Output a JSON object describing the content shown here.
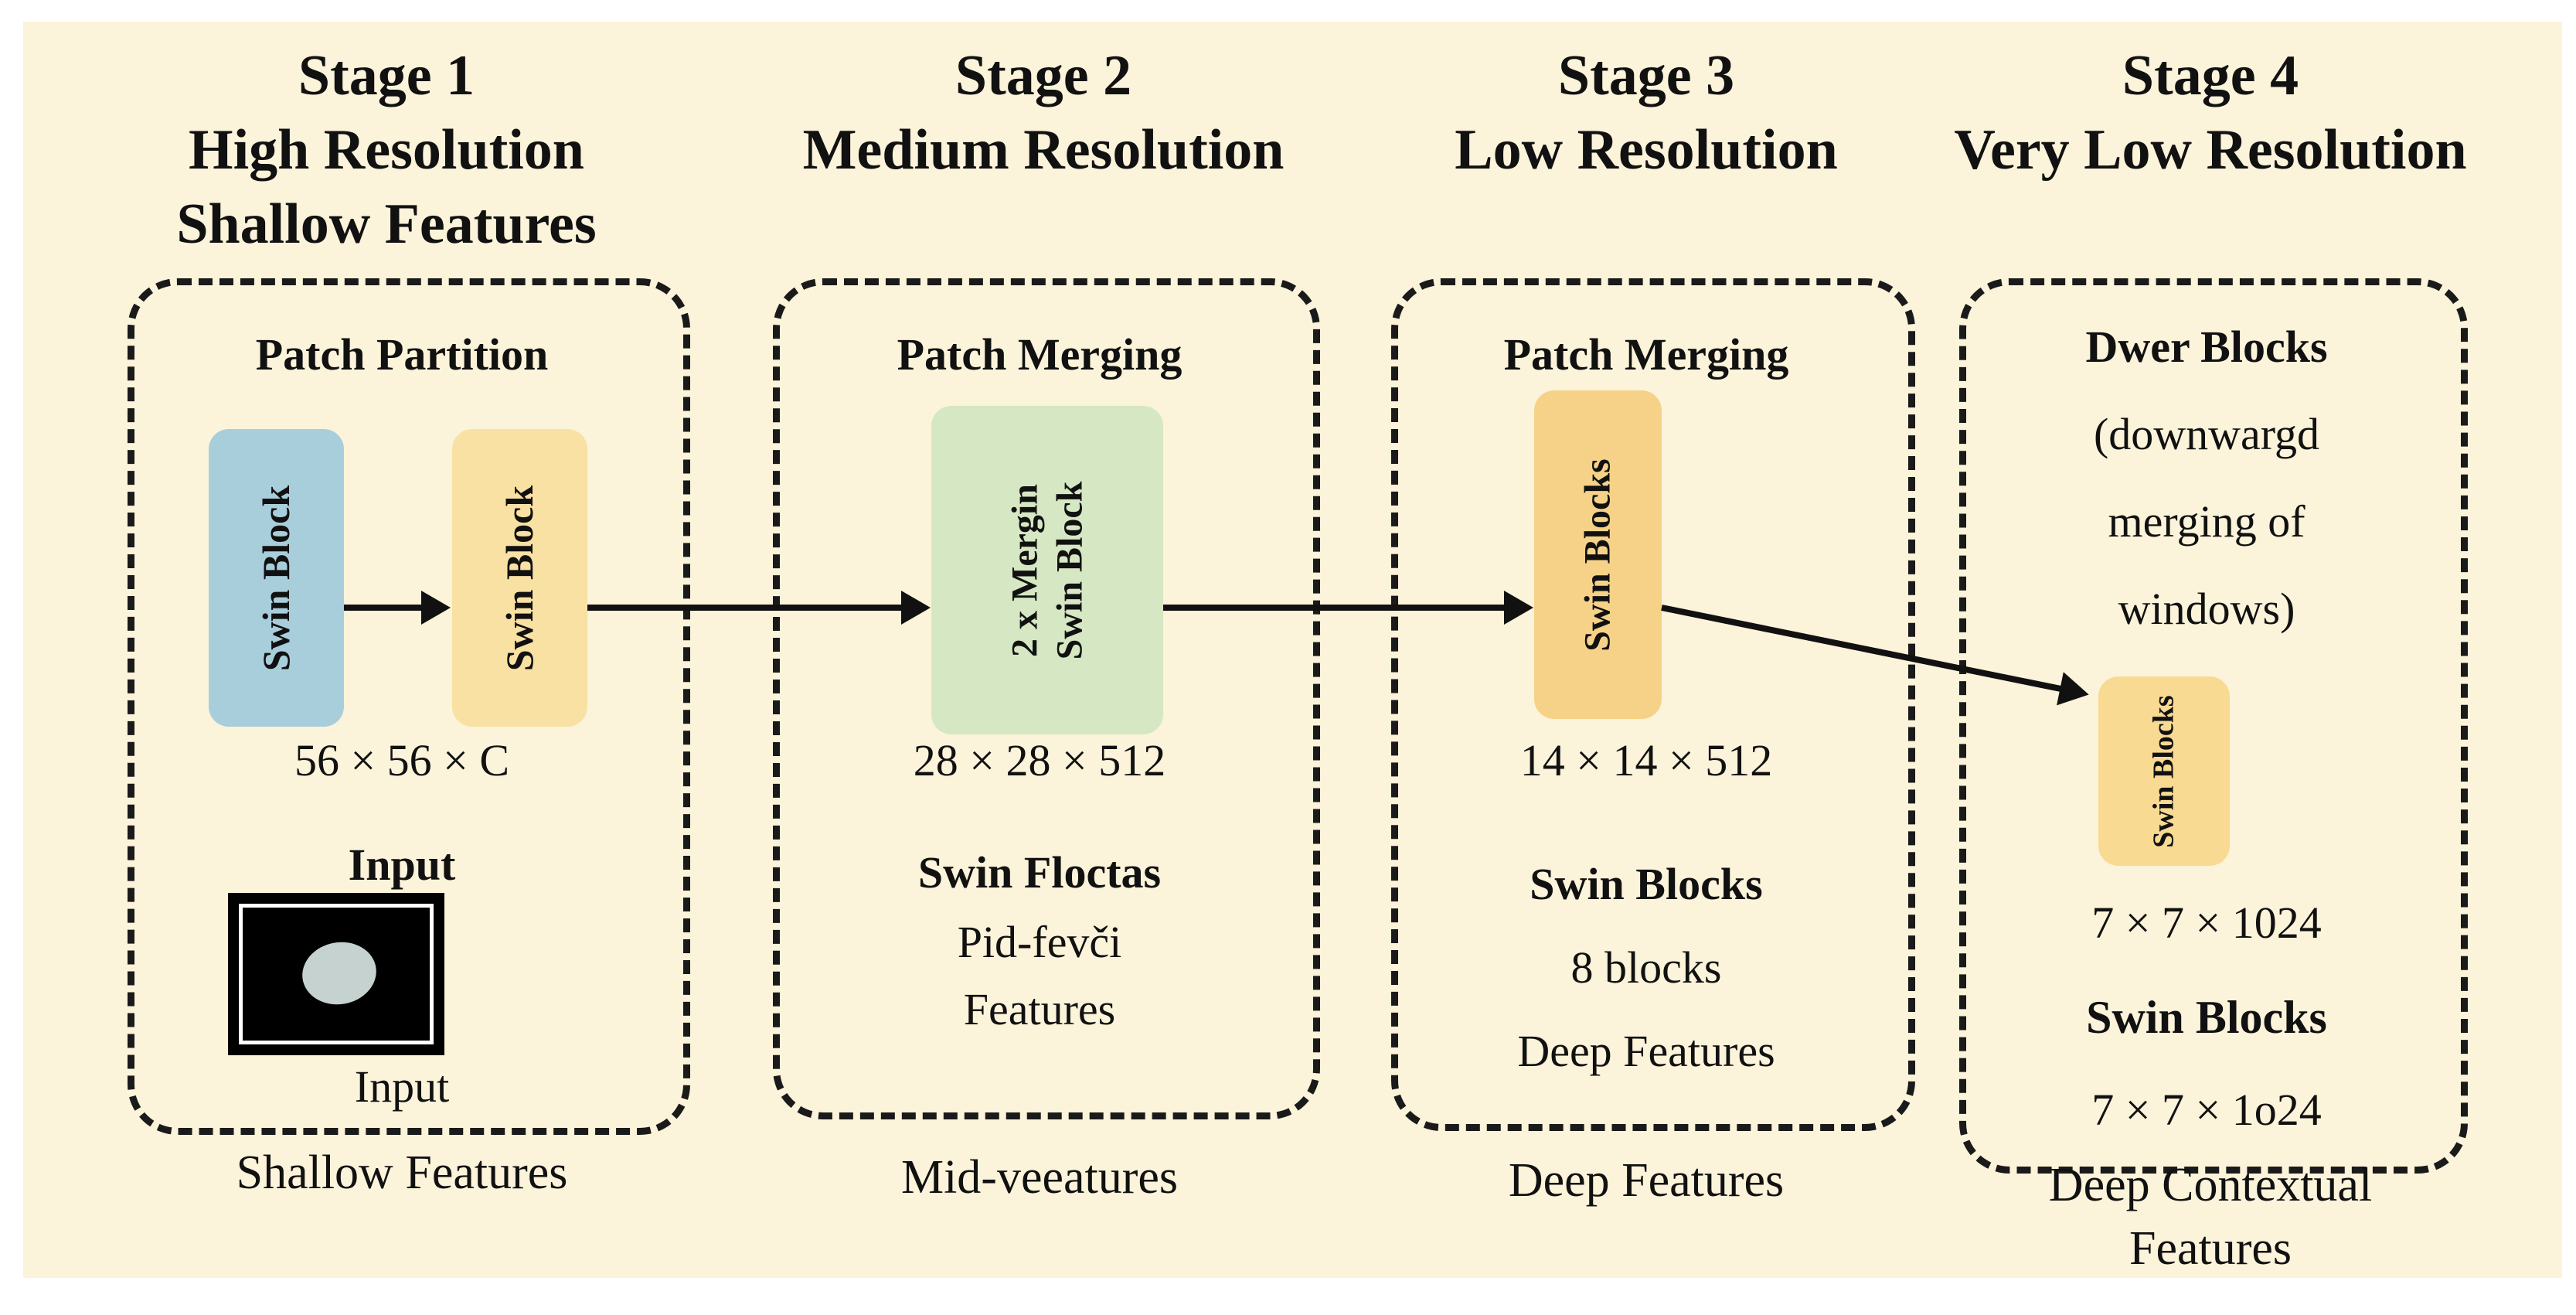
{
  "colors": {
    "page_background": "#ffffff",
    "panel_background": "#fbf3da",
    "line": "#111111",
    "block_blue": "#a9cedb",
    "block_yellow": "#f8e1a2",
    "block_green": "#d6e7c3",
    "block_orange": "#f6d288",
    "block_gold": "#f8da93",
    "input_image_fill": "#000000",
    "input_image_ellipse": "#c5d2d0"
  },
  "stages": [
    {
      "title_lines": [
        "Stage 1",
        "High Resolution",
        "Shallow Features"
      ],
      "box_header": "Patch Partition",
      "blocks": [
        {
          "label": "Swin Block",
          "color": "#a9cedb"
        },
        {
          "label": "Swin Block",
          "color": "#f8e1a2"
        }
      ],
      "dims": "56 × 56 × C",
      "input_label_top": "Input",
      "input_label_bottom": "Input",
      "caption": "Shallow Features"
    },
    {
      "title_lines": [
        "Stage 2",
        "Medium Resolution"
      ],
      "box_header": "Patch Merging",
      "blocks": [
        {
          "label_lines": [
            "2 x Mergin",
            "Swin Block"
          ],
          "color": "#d6e7c3"
        }
      ],
      "dims": "28 × 28 × 512",
      "notes": [
        "Swin Floctas",
        "Pid-fevči",
        "Features"
      ],
      "caption": "Mid-veeatures"
    },
    {
      "title_lines": [
        "Stage 3",
        "Low Resolution"
      ],
      "box_header": "Patch Merging",
      "blocks": [
        {
          "label": "Swin Blocks",
          "color": "#f6d288"
        }
      ],
      "dims": "14 × 14 × 512",
      "notes": [
        "Swin Blocks",
        "8 blocks",
        "Deep Features"
      ],
      "caption": "Deep Features"
    },
    {
      "title_lines": [
        "Stage 4",
        "Very Low Resolution"
      ],
      "box_header_lines": [
        "Dwer Blocks",
        "(downwargd",
        "merging of",
        "windows)"
      ],
      "blocks": [
        {
          "label": "Swin Blocks",
          "color": "#f8da93"
        }
      ],
      "dims_above": "7 × 7 × 1024",
      "note_bold": "Swin Blocks",
      "dims_below": "7 × 7 × 1o24",
      "caption_lines": [
        "Deep Contextual",
        "Features"
      ]
    }
  ]
}
